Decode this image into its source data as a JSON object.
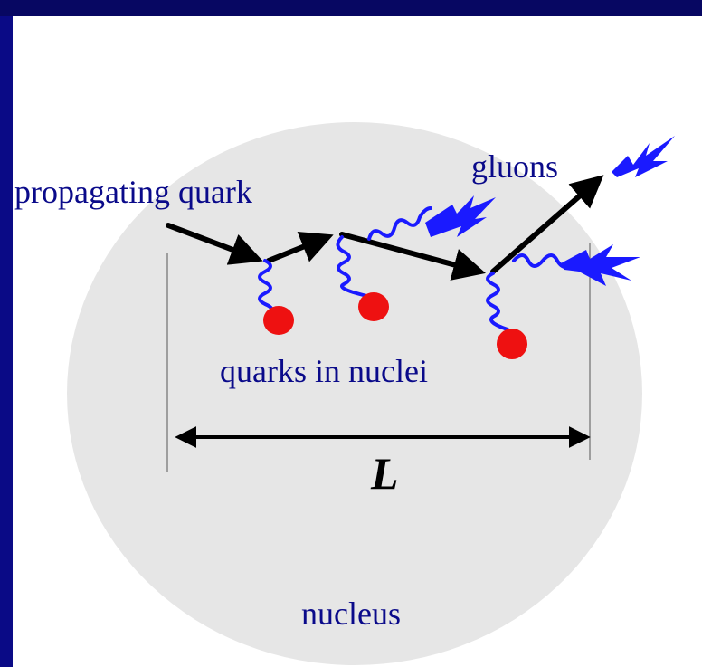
{
  "labels": {
    "propagating_quark": "propagating quark",
    "gluons": "gluons",
    "quarks_in_nuclei": "quarks in nuclei",
    "length": "L",
    "nucleus": "nucleus"
  },
  "colors": {
    "frame": "#0a0a86",
    "frame_dark": "#070762",
    "nucleus_fill": "#e6e6e6",
    "quark_path": "#000000",
    "gluon": "#1a1aff",
    "nuclear_quark": "#ee1111",
    "text": "#0a0a8a"
  }
}
